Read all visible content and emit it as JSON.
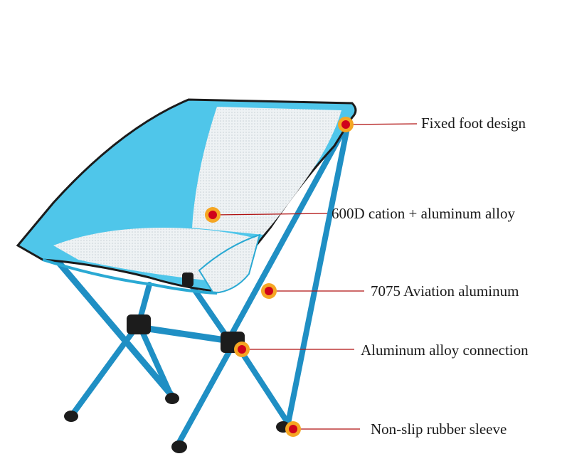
{
  "callouts": [
    {
      "label": "Fixed foot design"
    },
    {
      "label": "600D cation + aluminum alloy"
    },
    {
      "label": "7075 Aviation aluminum"
    },
    {
      "label": "Aluminum alloy connection"
    },
    {
      "label": "Non-slip rubber sleeve"
    }
  ],
  "colors": {
    "fabric": "#4fc6ea",
    "fabric_shade": "#2aa9d3",
    "frame": "#1f8fc4",
    "mesh": "#e8eef1",
    "marker_ring": "#f5a623",
    "marker_dot": "#d0021b",
    "leader_line": "#b01010"
  }
}
